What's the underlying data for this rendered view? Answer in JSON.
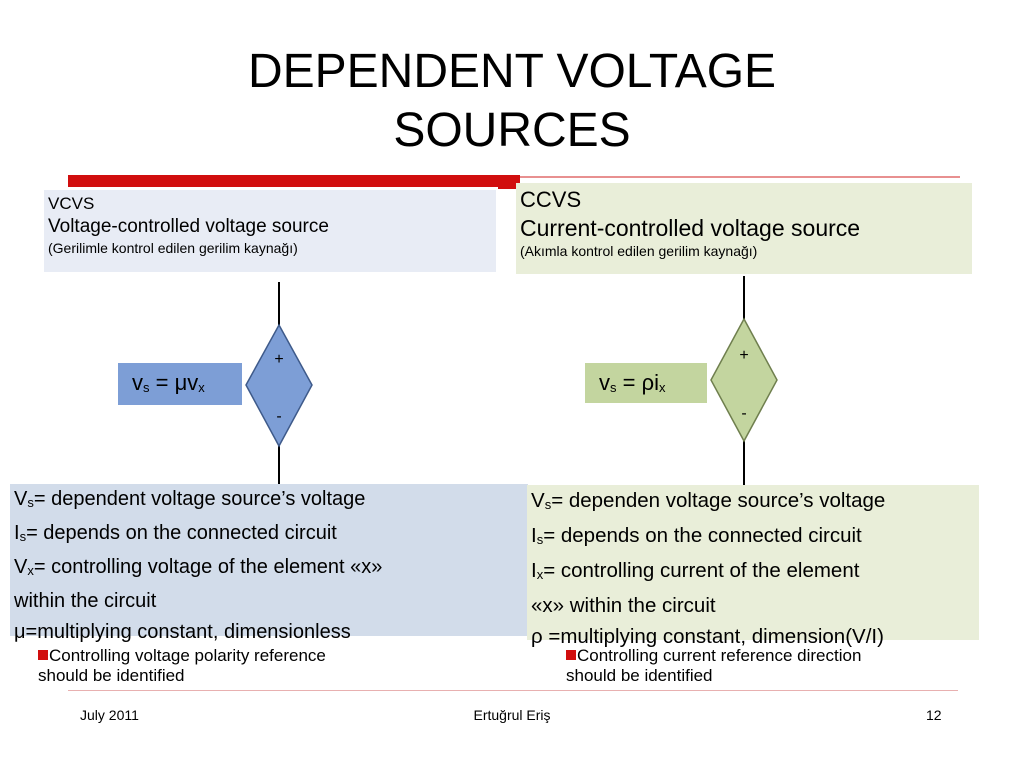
{
  "slide": {
    "title_line1": "DEPENDENT VOLTAGE",
    "title_line2": "SOURCES"
  },
  "vcvs": {
    "abbr": "VCVS",
    "name": "Voltage-controlled voltage source",
    "translation": "(Gerilimle kontrol edilen gerilim kaynağı)",
    "equation": {
      "lhs": "v",
      "lhs_sub": "s",
      "op": " = μv",
      "rhs_sub": "x"
    },
    "plus": "+",
    "minus": "-",
    "desc": [
      {
        "main": "V",
        "sub": "s",
        "rest": "= dependent voltage source’s voltage"
      },
      {
        "main": "I",
        "sub": "s",
        "rest": "= depends on the connected circuit"
      },
      {
        "main": "V",
        "sub": "x",
        "rest": "= controlling voltage of the element «x»"
      },
      {
        "main": "within the circuit",
        "sub": "",
        "rest": ""
      },
      {
        "main": "μ=multiplying constant, dimensionless",
        "sub": "",
        "rest": ""
      }
    ],
    "note_line1": "Controlling voltage polarity reference",
    "note_line2": "should be identified"
  },
  "ccvs": {
    "abbr": "CCVS",
    "name": "Current-controlled voltage source",
    "translation": "(Akımla kontrol edilen gerilim kaynağı)",
    "equation": {
      "lhs": "v",
      "lhs_sub": "s",
      "op": " = ρi",
      "rhs_sub": "x"
    },
    "plus": "+",
    "minus": "-",
    "desc": [
      {
        "main": "V",
        "sub": "s",
        "rest": "= dependen voltage source’s voltage"
      },
      {
        "main": "I",
        "sub": "s",
        "rest": "= depends on the connected circuit"
      },
      {
        "main": "I",
        "sub": "x",
        "rest": "= controlling current of the element"
      },
      {
        "main": "«x»  within the circuit",
        "sub": "",
        "rest": ""
      },
      {
        "main": "ρ =multiplying constant, dimension(V/I)",
        "sub": "",
        "rest": ""
      }
    ],
    "note_line1": "Controlling current reference direction",
    "note_line2": "should be identified"
  },
  "footer": {
    "date": "July 2011",
    "author": "Ertuğrul Eriş",
    "page": "12"
  },
  "colors": {
    "accent_red": "#d10e0e",
    "vcvs_diamond": "#7d9ed6",
    "ccvs_diamond": "#c3d59f"
  }
}
